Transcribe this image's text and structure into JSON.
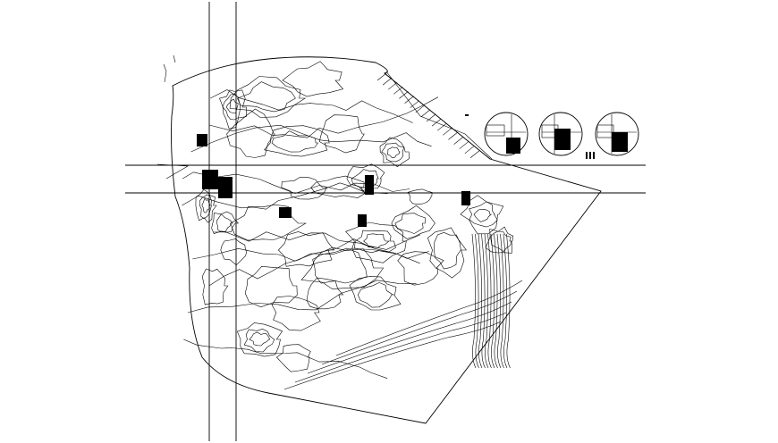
{
  "drawing": {
    "type": "cad-contour-site-plan",
    "background": "#ffffff",
    "ink": "#000000"
  },
  "icons": {
    "section_markers": [
      "circular-detail-marker",
      "circular-detail-marker",
      "circular-detail-marker"
    ]
  }
}
